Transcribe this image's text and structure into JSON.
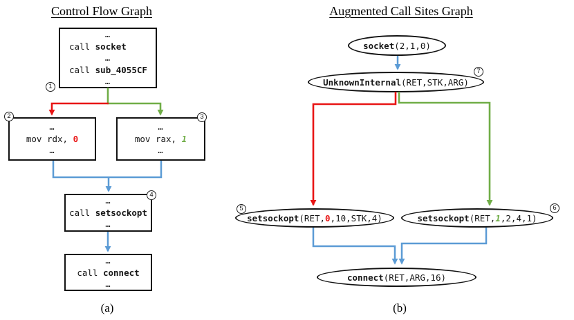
{
  "colors": {
    "red": "#e81414",
    "green": "#70ad47",
    "blue": "#5b9bd5",
    "ink": "#121212"
  },
  "cfg": {
    "title": "Control Flow Graph",
    "caption": "(a)",
    "dots": "…",
    "box1": {
      "badge": "1",
      "call_kw": "call ",
      "fn1": "socket",
      "fn2": "sub_4055CF"
    },
    "box2": {
      "badge": "2",
      "code": "mov rdx, ",
      "value": "0"
    },
    "box3": {
      "badge": "3",
      "code": "mov rax, ",
      "value": "1"
    },
    "box4": {
      "badge": "4",
      "call_kw": "call ",
      "fn": "setsockopt"
    },
    "box5": {
      "call_kw": "call ",
      "fn": "connect"
    }
  },
  "acsg": {
    "title": "Augmented Call Sites Graph",
    "caption": "(b)",
    "socket": {
      "fn": "socket",
      "args": "(2,1,0)"
    },
    "unknown": {
      "badge": "7",
      "fn": "UnknownInternal",
      "args": "(RET,STK,ARG)"
    },
    "sso_left": {
      "badge": "5",
      "fn": "setsockopt",
      "pre": "(RET,",
      "value": "0",
      "post": ",10,STK,4)"
    },
    "sso_right": {
      "badge": "6",
      "fn": "setsockopt",
      "pre": "(RET,",
      "value": "1",
      "post": ",2,4,1)"
    },
    "connect": {
      "fn": "connect",
      "args": "(RET,ARG,16)"
    }
  }
}
